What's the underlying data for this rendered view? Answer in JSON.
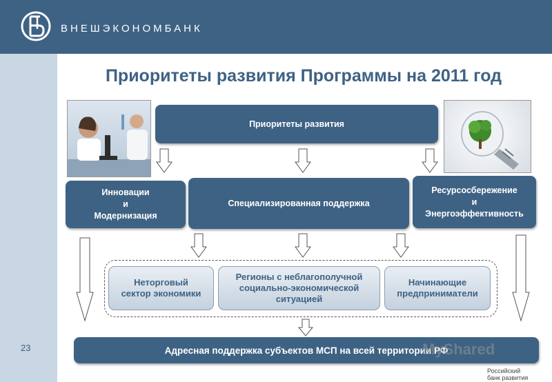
{
  "header": {
    "bank_name": "ВНЕШЭКОНОМБАНК"
  },
  "title": "Приоритеты развития Программы на 2011 год",
  "top_box": "Приоритеты развития",
  "middle": {
    "left": [
      "Инновации",
      "и",
      "Модернизация"
    ],
    "center": "Специализированная поддержка",
    "right": [
      "Ресурсосбережение",
      "и",
      "Энергоэффективность"
    ]
  },
  "subs": [
    [
      "Неторговый",
      "сектор экономики"
    ],
    [
      "Регионы с неблагополучной",
      "социально-экономической",
      "ситуацией"
    ],
    [
      "Начинающие",
      "предприниматели"
    ]
  ],
  "bottom_box": "Адресная поддержка субъектов МСП на всей территории РФ",
  "page_number": "23",
  "watermark": "MyShared",
  "footer": [
    "Российский",
    "банк развития"
  ],
  "colors": {
    "primary": "#3e6284",
    "side": "#c9d6e3"
  }
}
